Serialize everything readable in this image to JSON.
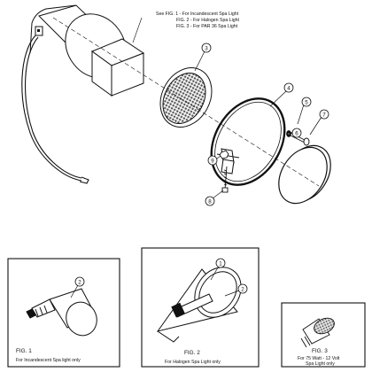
{
  "callout": {
    "lines": [
      "See FIG. 1 - For Incandescent Spa Light",
      "FIG. 2 - For Halogen Spa Light",
      "FIG. 3 - For PAR 36 Spa Light"
    ]
  },
  "part_numbers": [
    "1",
    "2",
    "3",
    "4",
    "5",
    "6",
    "7",
    "8",
    "9"
  ],
  "figures": [
    {
      "title": "FIG. 1",
      "caption": "For Incandescent Spa light only",
      "parts": [
        "2"
      ]
    },
    {
      "title": "FIG. 2",
      "caption": "For Halogen Spa Light only",
      "parts": [
        "1",
        "2"
      ]
    },
    {
      "title": "FIG. 3",
      "caption_line1": "For 75 Watt - 12 Volt",
      "caption_line2": "Spa Light only"
    }
  ]
}
